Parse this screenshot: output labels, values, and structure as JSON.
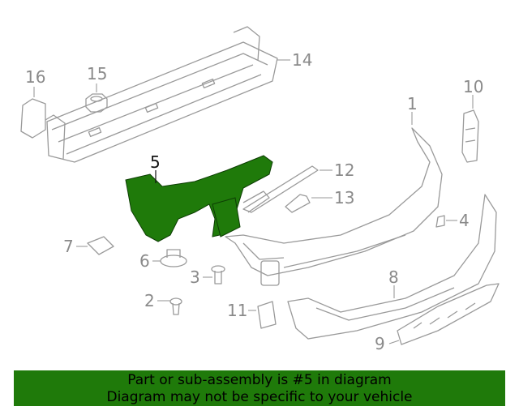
{
  "callouts": {
    "c1": "1",
    "c2": "2",
    "c3": "3",
    "c4": "4",
    "c5": "5",
    "c6": "6",
    "c7": "7",
    "c8": "8",
    "c9": "9",
    "c10": "10",
    "c11": "11",
    "c12": "12",
    "c13": "13",
    "c14": "14",
    "c15": "15",
    "c16": "16"
  },
  "highlight": {
    "callout": "5",
    "color": "#1f7a0a"
  },
  "banner": {
    "line1": "Part or sub-assembly is #5 in diagram",
    "line2": "Diagram may not be specific to your vehicle",
    "background": "#1f7a0a"
  },
  "colors": {
    "line": "#9a9a9a",
    "part": "#1f7a0a"
  }
}
